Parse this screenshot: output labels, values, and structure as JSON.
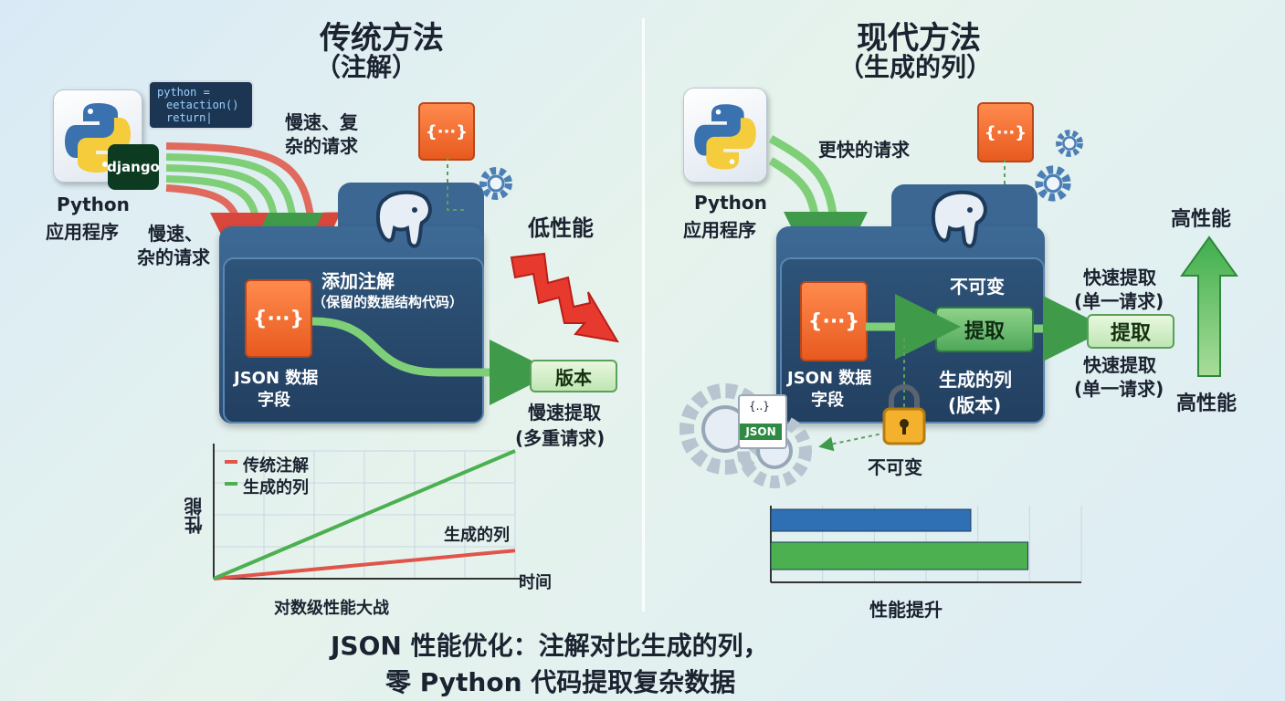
{
  "left": {
    "title": "传统方法",
    "subtitle": "（注解）",
    "app_label_1": "Python",
    "app_label_2": "应用程序",
    "code_lines": [
      "python =",
      "eetaction()",
      "return|"
    ],
    "django": "django",
    "slow_req_top_1": "慢速、复",
    "slow_req_top_2": "杂的请求",
    "slow_req_left_1": "慢速、",
    "slow_req_left_2": "杂的请求",
    "low_perf": "低性能",
    "panel_title": "添加注解",
    "panel_sub": "（保留的数据结构代码）",
    "file_glyph": "{···}",
    "json_field_1": "JSON 数据",
    "json_field_2": "字段",
    "version_btn": "版本",
    "slow_extract_1": "慢速提取",
    "slow_extract_2": "(多重请求)"
  },
  "right": {
    "title": "现代方法",
    "subtitle": "（生成的列）",
    "app_label_1": "Python",
    "app_label_2": "应用程序",
    "faster_req": "更快的请求",
    "immutable_top": "不可变",
    "extract_btn": "提取",
    "gen_col_1": "生成的列",
    "gen_col_2": "(版本)",
    "file_glyph": "{···}",
    "json_field_1": "JSON 数据",
    "json_field_2": "字段",
    "immutable_bottom": "不可变",
    "json_small": "JSON",
    "json_small_glyph": "{..}",
    "fast_extract_top_1": "快速提取",
    "fast_extract_top_2": "(单一请求)",
    "extract_btn_2": "提取",
    "fast_extract_bottom_1": "快速提取",
    "fast_extract_bottom_2": "(单一请求)",
    "high_perf_top": "高性能",
    "high_perf_bottom": "高性能"
  },
  "chart_data": [
    {
      "type": "line",
      "title": "对数级性能大战",
      "xlabel": "时间",
      "ylabel": "性能",
      "legend_position": "top-left",
      "series": [
        {
          "name": "传统注解",
          "color": "#e0544a",
          "x": [
            0,
            1
          ],
          "y": [
            0,
            0.22
          ]
        },
        {
          "name": "生成的列",
          "color": "#4caf50",
          "x": [
            0,
            1
          ],
          "y": [
            0,
            1
          ]
        }
      ],
      "annotation": "生成的列",
      "grid": true
    },
    {
      "type": "bar",
      "orientation": "horizontal",
      "xlabel": "性能提升",
      "grid": true,
      "series": [
        {
          "color": "#2f6fb3",
          "values": [
            0.7
          ]
        },
        {
          "color": "#4caf50",
          "values": [
            0.9
          ]
        }
      ]
    }
  ],
  "footer": {
    "line1": "JSON 性能优化：注解对比生成的列，",
    "line2": "零 Python 代码提取复杂数据"
  },
  "colors": {
    "accent_green": "#4caf50",
    "accent_red": "#e0544a",
    "panel_blue": "#2e5479",
    "orange": "#ef6a2c"
  }
}
